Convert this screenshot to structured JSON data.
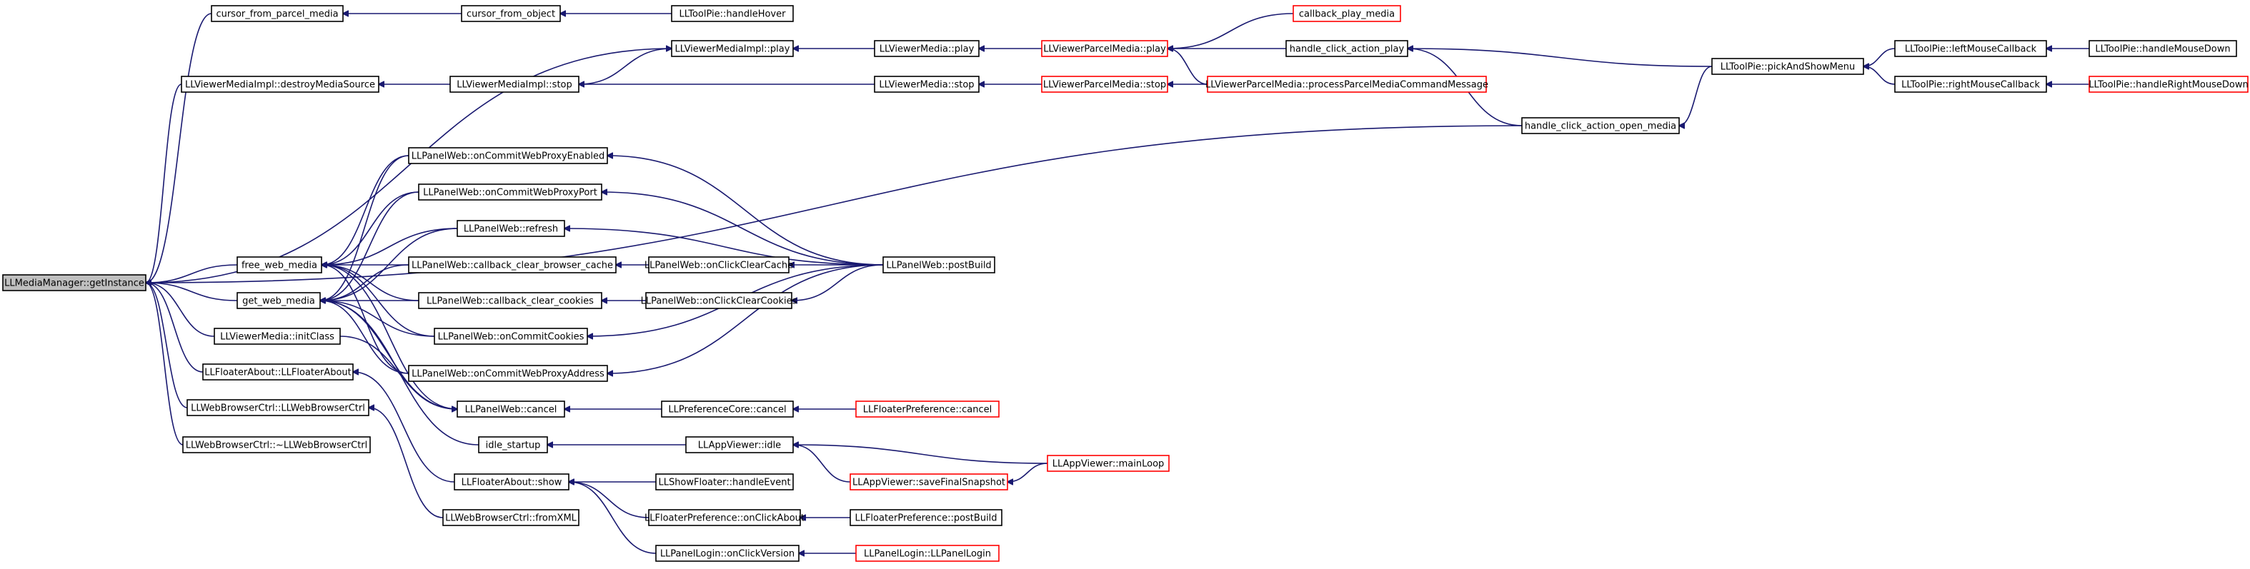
{
  "colors": {
    "edge": "#191970",
    "root_fill": "#bfbfbf",
    "node_fill": "#ffffff",
    "truncated_border": "#ff0000"
  },
  "nodes": {
    "n_root": {
      "label": "LLMediaManager::getInstance",
      "style": "root"
    },
    "n_cursor_parcel": {
      "label": "cursor_from_parcel_media",
      "style": "normal"
    },
    "n_cursor_object": {
      "label": "cursor_from_object",
      "style": "normal"
    },
    "n_tp_hover": {
      "label": "LLToolPie::handleHover",
      "style": "normal"
    },
    "n_vmi_play": {
      "label": "LLViewerMediaImpl::play",
      "style": "normal"
    },
    "n_vm_play": {
      "label": "LLViewerMedia::play",
      "style": "normal"
    },
    "n_vpm_play": {
      "label": "LLViewerParcelMedia::play",
      "style": "truncated"
    },
    "n_cb_play": {
      "label": "callback_play_media",
      "style": "truncated"
    },
    "n_hca_play": {
      "label": "handle_click_action_play",
      "style": "normal"
    },
    "n_tp_pick": {
      "label": "LLToolPie::pickAndShowMenu",
      "style": "normal"
    },
    "n_tp_left": {
      "label": "LLToolPie::leftMouseCallback",
      "style": "normal"
    },
    "n_tp_down": {
      "label": "LLToolPie::handleMouseDown",
      "style": "normal"
    },
    "n_tp_right": {
      "label": "LLToolPie::rightMouseCallback",
      "style": "normal"
    },
    "n_tp_rdown": {
      "label": "LLToolPie::handleRightMouseDown",
      "style": "truncated"
    },
    "n_vmi_destroy": {
      "label": "LLViewerMediaImpl::destroyMediaSource",
      "style": "normal"
    },
    "n_vmi_stop": {
      "label": "LLViewerMediaImpl::stop",
      "style": "normal"
    },
    "n_vm_stop": {
      "label": "LLViewerMedia::stop",
      "style": "normal"
    },
    "n_vpm_stop": {
      "label": "LLViewerParcelMedia::stop",
      "style": "truncated"
    },
    "n_vpm_process": {
      "label": "LLViewerParcelMedia::processParcelMediaCommandMessage",
      "style": "truncated"
    },
    "n_hca_open": {
      "label": "handle_click_action_open_media",
      "style": "normal"
    },
    "n_pw_proxy_en": {
      "label": "LLPanelWeb::onCommitWebProxyEnabled",
      "style": "normal"
    },
    "n_pw_proxy_port": {
      "label": "LLPanelWeb::onCommitWebProxyPort",
      "style": "normal"
    },
    "n_pw_refresh": {
      "label": "LLPanelWeb::refresh",
      "style": "normal"
    },
    "n_free_web": {
      "label": "free_web_media",
      "style": "normal"
    },
    "n_pw_cb_cache": {
      "label": "LLPanelWeb::callback_clear_browser_cache",
      "style": "normal"
    },
    "n_pw_clear_cache": {
      "label": "LLPanelWeb::onClickClearCache",
      "style": "normal"
    },
    "n_pw_postbuild": {
      "label": "LLPanelWeb::postBuild",
      "style": "normal"
    },
    "n_get_web": {
      "label": "get_web_media",
      "style": "normal"
    },
    "n_pw_cb_cookies": {
      "label": "LLPanelWeb::callback_clear_cookies",
      "style": "normal"
    },
    "n_pw_clear_cookies": {
      "label": "LLPanelWeb::onClickClearCookies",
      "style": "normal"
    },
    "n_vm_init": {
      "label": "LLViewerMedia::initClass",
      "style": "normal"
    },
    "n_pw_commit_cookies": {
      "label": "LLPanelWeb::onCommitCookies",
      "style": "normal"
    },
    "n_fa_ctor": {
      "label": "LLFloaterAbout::LLFloaterAbout",
      "style": "normal"
    },
    "n_pw_proxy_addr": {
      "label": "LLPanelWeb::onCommitWebProxyAddress",
      "style": "normal"
    },
    "n_wbc_ctor": {
      "label": "LLWebBrowserCtrl::LLWebBrowserCtrl",
      "style": "normal"
    },
    "n_pw_cancel": {
      "label": "LLPanelWeb::cancel",
      "style": "normal"
    },
    "n_pc_cancel": {
      "label": "LLPreferenceCore::cancel",
      "style": "normal"
    },
    "n_fp_cancel": {
      "label": "LLFloaterPreference::cancel",
      "style": "truncated"
    },
    "n_wbc_dtor": {
      "label": "LLWebBrowserCtrl::~LLWebBrowserCtrl",
      "style": "normal"
    },
    "n_idle_startup": {
      "label": "idle_startup",
      "style": "normal"
    },
    "n_av_idle": {
      "label": "LLAppViewer::idle",
      "style": "normal"
    },
    "n_av_main": {
      "label": "LLAppViewer::mainLoop",
      "style": "truncated"
    },
    "n_av_snapshot": {
      "label": "LLAppViewer::saveFinalSnapshot",
      "style": "truncated"
    },
    "n_fa_show": {
      "label": "LLFloaterAbout::show",
      "style": "normal"
    },
    "n_sf_handle": {
      "label": "LLShowFloater::handleEvent",
      "style": "normal"
    },
    "n_fp_about": {
      "label": "LLFloaterPreference::onClickAbout",
      "style": "normal"
    },
    "n_fp_postbuild": {
      "label": "LLFloaterPreference::postBuild",
      "style": "normal"
    },
    "n_wbc_xml": {
      "label": "LLWebBrowserCtrl::fromXML",
      "style": "normal"
    },
    "n_pl_version": {
      "label": "LLPanelLogin::onClickVersion",
      "style": "normal"
    },
    "n_pl_ctor": {
      "label": "LLPanelLogin::LLPanelLogin",
      "style": "truncated"
    }
  }
}
